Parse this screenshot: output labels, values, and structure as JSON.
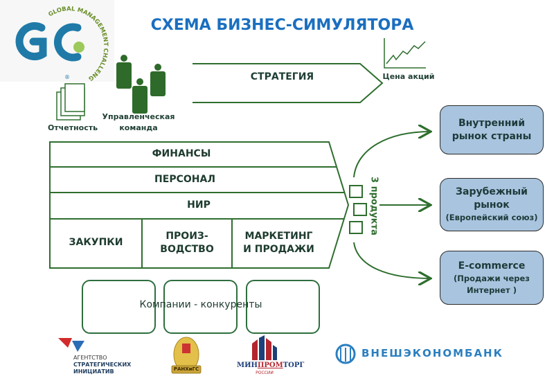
{
  "title": "СХЕМА БИЗНЕС-СИМУЛЯТОРА",
  "logo": {
    "letters": "GC",
    "ring_text": "GLOBAL MANAGEMENT CHALLENGE",
    "registered": "®"
  },
  "strategy": {
    "label": "СТРАТЕГИЯ"
  },
  "share_price": {
    "label": "Цена акций",
    "icon": "line-chart-icon"
  },
  "reports": {
    "label": "Отчетность",
    "icon": "documents-icon"
  },
  "team": {
    "label_line1": "Управленческая",
    "label_line2": "команда",
    "icon": "people-icon"
  },
  "company_block": {
    "rows": [
      "ФИНАНСЫ",
      "ПЕРСОНАЛ",
      "НИР"
    ],
    "bottom": {
      "col1": "ЗАКУПКИ",
      "col2_line1": "ПРОИЗ-",
      "col2_line2": "ВОДСТВО",
      "col3_line1": "МАРКЕТИНГ",
      "col3_line2": "И ПРОДАЖИ"
    }
  },
  "products": {
    "label": "3 продукта",
    "count": 3
  },
  "markets": [
    {
      "line1": "Внутренний",
      "line2": "рынок страны",
      "note": ""
    },
    {
      "line1": "Зарубежный",
      "line2": "рынок",
      "note": "(Европейский союз)"
    },
    {
      "line1": "E-commerce",
      "line2": "",
      "note": "(Продажи через",
      "note2": "Интернет )"
    }
  ],
  "competitors": {
    "label": "Компании - конкуренты"
  },
  "partners": {
    "asi": {
      "line1": "АГЕНТСТВО",
      "line2": "СТРАТЕГИЧЕСКИХ",
      "line3": "ИНИЦИАТИВ"
    },
    "ranepa": {
      "label": "РАНХиГС"
    },
    "minpromtorg": {
      "part1": "МИН",
      "part2": "ПРОМ",
      "part3": "ТОРГ",
      "sub": "РОССИИ"
    },
    "veb": {
      "label": "ВНЕШЭКОНОМБАНК"
    }
  },
  "colors": {
    "title": "#1a6fc0",
    "line": "#2e6e2e",
    "market_fill": "#a9c4de",
    "logo_blue": "#1f7aa8",
    "logo_green": "#9cc95a"
  }
}
